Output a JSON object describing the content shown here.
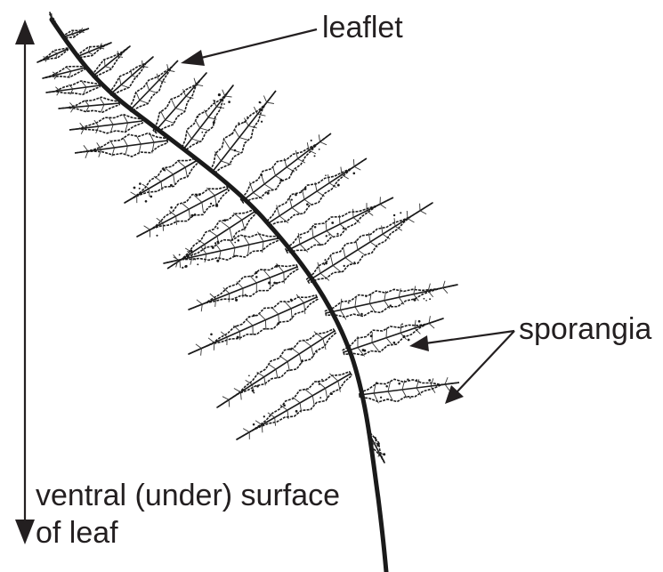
{
  "labels": {
    "leaflet": "leaflet",
    "sporangia": "sporangia",
    "surface_line1": "ventral (under) surface",
    "surface_line2": "of leaf"
  },
  "colors": {
    "ink": "#231f20",
    "background": "#ffffff"
  }
}
